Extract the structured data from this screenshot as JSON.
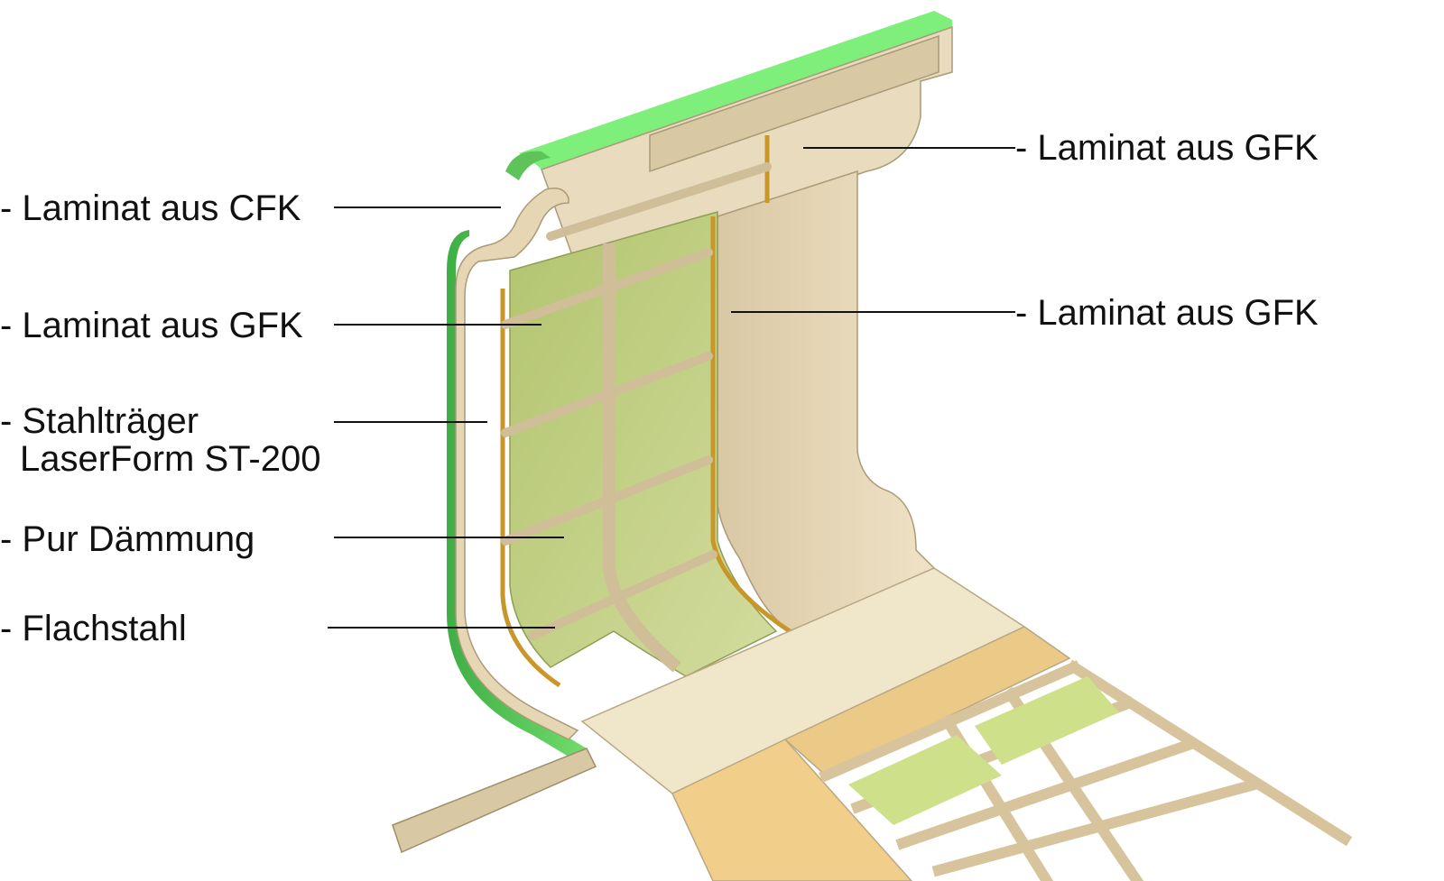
{
  "labels": {
    "left": [
      {
        "id": "cfk",
        "text": "- Laminat aus CFK"
      },
      {
        "id": "gfk",
        "text": "- Laminat aus GFK"
      },
      {
        "id": "stahl",
        "text": "- Stahlträger",
        "text2": "LaserForm ST-200"
      },
      {
        "id": "pur",
        "text": "- Pur Dämmung"
      },
      {
        "id": "flach",
        "text": "- Flachstahl"
      }
    ],
    "right": [
      {
        "id": "gfk_top",
        "text": "- Laminat aus GFK"
      },
      {
        "id": "gfk_mid",
        "text": "- Laminat aus GFK"
      }
    ]
  },
  "colors": {
    "outer_shell": "#5ec45a",
    "outer_shell_light": "#7eef7b",
    "laminate": "#e6d6b4",
    "laminate_dark": "#cbb890",
    "insulation": "#b8c97a",
    "insulation_light": "#cbd898",
    "steel_core": "#c9962a",
    "floor_panel": "#f0dfb4",
    "floor_panel_dark": "#e9c27a",
    "frame": "#d8c49c"
  }
}
